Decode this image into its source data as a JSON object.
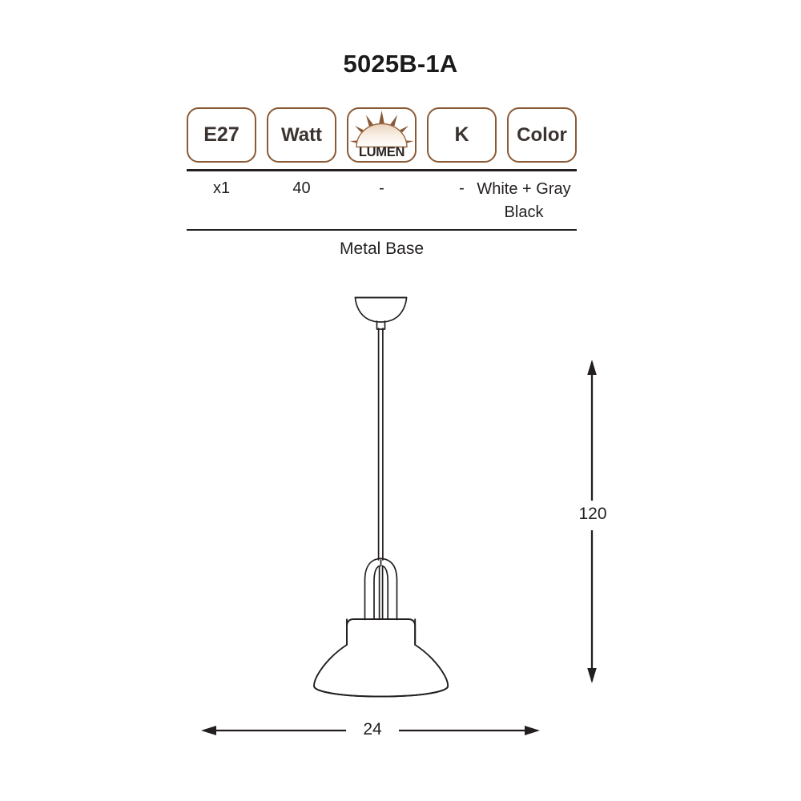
{
  "product": {
    "title": "5025B-1A",
    "material_note": "Metal Base"
  },
  "spec_table": {
    "columns": [
      {
        "icon": "socket-e27-icon",
        "label": "E27",
        "value": "x1"
      },
      {
        "icon": "wattage-icon",
        "label": "Watt",
        "value": "40"
      },
      {
        "icon": "lumen-sun-icon",
        "label": "LUMEN",
        "value": "-"
      },
      {
        "icon": "color-temperature-kelvin-icon",
        "label": "K",
        "value": "-"
      },
      {
        "icon": "color-swatch-icon",
        "label": "Color",
        "value": "White + Gray\nBlack"
      }
    ]
  },
  "dimensions": {
    "height": "120",
    "width": "24",
    "unit_implied": "cm"
  },
  "colors": {
    "badge_border": "#8a5a36",
    "badge_text": "#3b3330",
    "line": "#231f20",
    "sun_ray": "#8a5a36",
    "sun_dome_light": "#f6ece2",
    "drawing_stroke": "#231f20",
    "background": "#ffffff"
  }
}
